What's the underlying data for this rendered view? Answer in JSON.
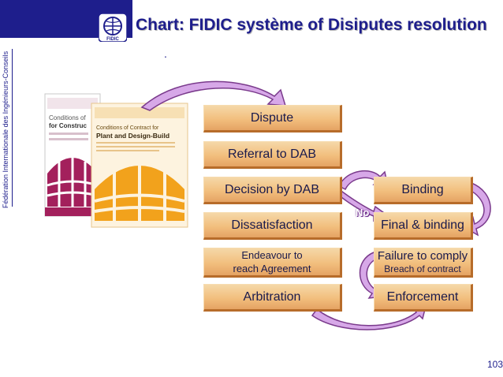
{
  "header": {
    "title": "Chart: FIDIC système  of Disiputes resolution",
    "dot": "."
  },
  "sidebar": {
    "vertical_text": "Fédération Internationale des Ingénieurs-Conseils"
  },
  "logo": {
    "text": "FIDIC"
  },
  "covers": {
    "back": {
      "line1": "Conditions of",
      "line2": "for Construc"
    },
    "front": {
      "line1": "Conditions of Contract for",
      "line2": "Plant and Design-Build"
    }
  },
  "flow": {
    "dispute": "Dispute",
    "referral": "Referral to DAB",
    "decision": "Decision by DAB",
    "dissatisfaction": "Dissatisfaction",
    "endeavour_line1": "Endeavour to",
    "endeavour_line2": "reach Agreement",
    "arbitration": "Arbitration",
    "binding": "Binding",
    "final_binding": "Final & binding",
    "failure_line1": "Failure to comply",
    "failure_line2": "Breach of contract",
    "enforcement": "Enforcement",
    "no_label": "No"
  },
  "colors": {
    "brand_blue": "#1e1e8c",
    "box_fill": "#f2bf7e",
    "arrow_fill": "#d7a8e8",
    "arrow_stroke": "#7a3a8c",
    "cover_back": "#a3205c",
    "cover_front": "#f2a21c"
  },
  "page_number": "103"
}
